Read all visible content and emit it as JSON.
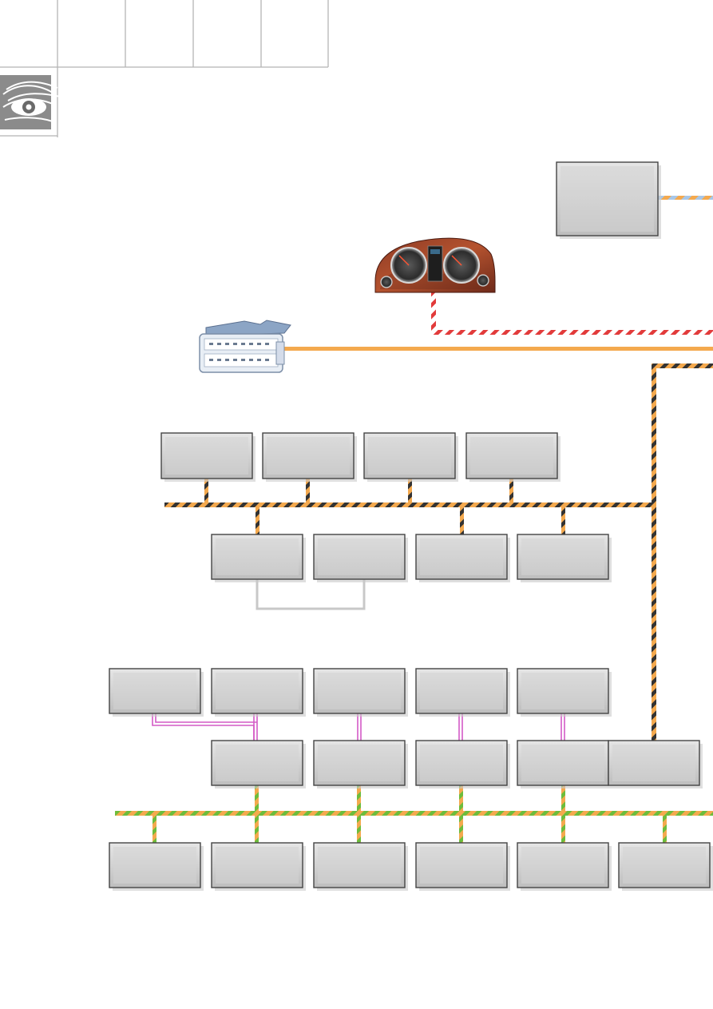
{
  "header": {
    "columns": 5,
    "icon": "eye-icon"
  },
  "diagram": {
    "components": {
      "instrument_cluster": "instrument-cluster-icon",
      "diagnostic_connector": "diagnostic-connector-icon"
    },
    "colors": {
      "bus_orange": "#f4a94e",
      "bus_dark_stripe": "#333333",
      "bus_red_stripe": "#e23b3b",
      "bus_green_stripe": "#6cbd3c",
      "link_magenta": "#d45ac6",
      "link_grey": "#c8c8c8",
      "module_fill": "#d3d3d3",
      "module_border": "#444444"
    },
    "module_rows": [
      {
        "name": "top-right",
        "count": 1
      },
      {
        "name": "row-1",
        "count": 4
      },
      {
        "name": "row-2",
        "count": 4
      },
      {
        "name": "row-3",
        "count": 5
      },
      {
        "name": "row-4",
        "count": 5
      },
      {
        "name": "row-5",
        "count": 6
      }
    ]
  }
}
